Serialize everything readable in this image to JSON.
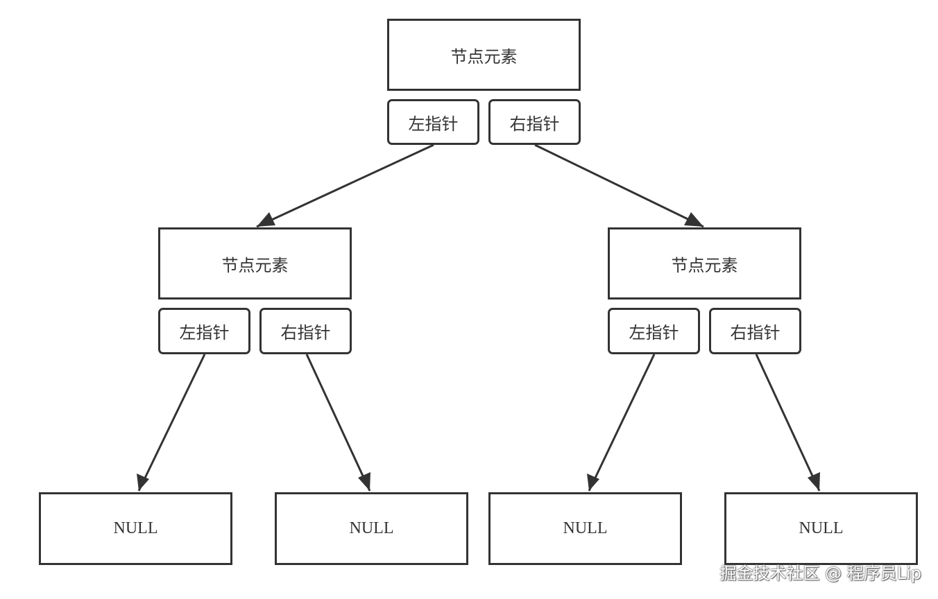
{
  "colors": {
    "stroke": "#333333",
    "text": "#333333",
    "background": "#ffffff"
  },
  "tree": {
    "root": {
      "node_label": "节点元素",
      "left_pointer": "左指针",
      "right_pointer": "右指针"
    },
    "left_child": {
      "node_label": "节点元素",
      "left_pointer": "左指针",
      "right_pointer": "右指针"
    },
    "right_child": {
      "node_label": "节点元素",
      "left_pointer": "左指针",
      "right_pointer": "右指针"
    },
    "leaves": [
      {
        "label": "NULL"
      },
      {
        "label": "NULL"
      },
      {
        "label": "NULL"
      },
      {
        "label": "NULL"
      }
    ]
  },
  "watermark": "掘金技术社区 @ 程序员Lip"
}
